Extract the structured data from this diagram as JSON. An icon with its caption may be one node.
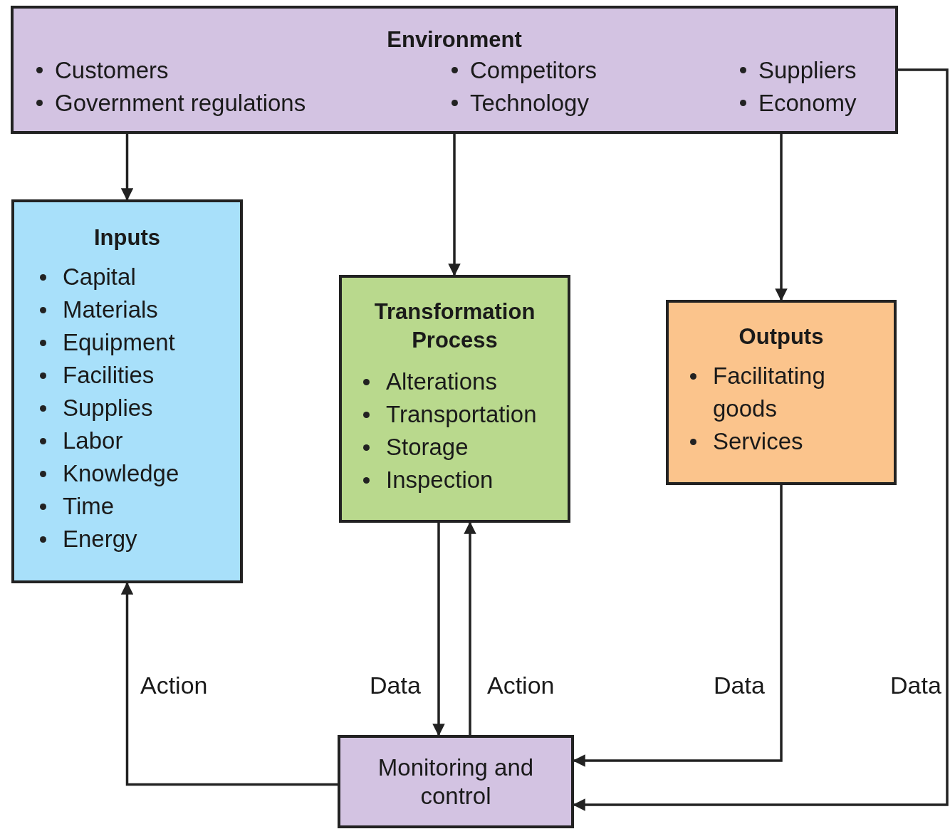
{
  "diagram": {
    "nodes": [
      {
        "text": [
          "Environment",
          "Customers",
          "Government regulations",
          "Competitors",
          "Technology",
          "Suppliers",
          "Economy"
        ]
      },
      {
        "text": [
          "Inputs",
          "Capital",
          "Materials",
          "Equipment",
          "Facilities",
          "Supplies",
          "Labor",
          "Knowledge",
          "Time",
          "Energy"
        ]
      },
      {
        "text": [
          "Transformation Process",
          "Alterations",
          "Transportation",
          "Storage",
          "Inspection"
        ]
      },
      {
        "text": [
          "Outputs",
          "Facilitating goods",
          "Services"
        ]
      },
      {
        "text": [
          "Monitoring and control"
        ]
      }
    ],
    "edges": [
      {
        "from": 0,
        "to": 1,
        "arrow": "to"
      },
      {
        "from": 0,
        "to": 2,
        "arrow": "to"
      },
      {
        "from": 0,
        "to": 3,
        "arrow": "to"
      },
      {
        "from": 2,
        "to": 4,
        "arrow": "to",
        "label": "Data"
      },
      {
        "from": 4,
        "to": 2,
        "arrow": "to",
        "label": "Action"
      },
      {
        "from": 3,
        "to": 4,
        "arrow": "to",
        "label": "Data"
      },
      {
        "from": 4,
        "to": 1,
        "arrow": "to",
        "label": "Action"
      },
      {
        "from": 0,
        "to": 4,
        "arrow": "to",
        "label": "Data"
      }
    ]
  }
}
